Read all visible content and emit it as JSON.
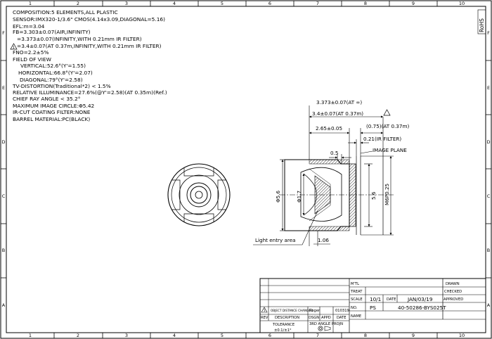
{
  "border": {
    "col_labels": [
      "1",
      "2",
      "3",
      "4",
      "5",
      "6",
      "7",
      "8",
      "9",
      "10"
    ],
    "row_labels": [
      "F",
      "E",
      "D",
      "C",
      "B",
      "A"
    ],
    "rohs": "RoHS"
  },
  "specs": [
    "COMPOSITION:5 ELEMENTS,ALL PLASTIC",
    "SENSOR:IMX320-1/3.6\" CMOS(4.14x3.09,DIAGONAL=5.16)",
    "EFL:m=3.04",
    "FB=3.303±0.07(AIR,INFINITY)",
    "=3.373±0.07(INFINITY,WITH 0.21mm IR FILTER)",
    "=3.4±0.07(AT 0.37m,INFINITY,WITH 0.21mm IR FILTER)",
    "FNO=2.2±5%",
    "FIELD OF VIEW",
    "VERTICAL:52.6°(Y'=1.55)",
    "HORIZONTAL:66.8°(Y'=2.07)",
    "DIAGONAL:79°(Y'=2.58)",
    "TV-DISTORTION(Traditional*2) < 1.5%",
    "RELATIVE ILLUMINANCE=27.6%(@Y'=2.58)(AT 0.35m)(Ref.)",
    "CHIEF RAY ANGLE < 35.2°",
    "MAXIMUM IMAGE CIRCLE:Φ5.42",
    "IR-CUT COATING FILTER:NONE",
    "BARREL MATERIAL:PC(BLACK)"
  ],
  "dims": {
    "fb_top": "3.373±0.07(AT ∞)",
    "fb_second": "3.4±0.07(AT 0.37m)",
    "len_265": "2.65±0.05",
    "at037": "(0.75)(AT 0.37m)",
    "ir": "0.21(IR FILTER)",
    "d05": "0.5",
    "image_plane": "IMAGE PLANE",
    "dia56": "Φ5.6",
    "dia17": "Φ1.7",
    "thread": "M6P0.25",
    "len56": "5.6",
    "light_entry": "Light entry area",
    "d106": "1.06"
  },
  "title_block": {
    "mtl": "M'TL",
    "treat": "TREAT",
    "scale": "SCALE",
    "scale_val": "10/1",
    "date": "DATE",
    "date_val": "JAN/03/19",
    "no": "NO.",
    "no_val": "PS",
    "part_no": "40-50286-BYS025T",
    "drawn": "DRAWN",
    "checked": "CHECKED",
    "approved": "APPROVED",
    "name": "NAME",
    "rev1": "1",
    "rev_obj": "OBJECT DISTANCE CHANGED",
    "rev_by": "Roger",
    "rev_date": "010319",
    "rev": "REV",
    "description": "DESCRIPTION",
    "dsgn": "DSGN",
    "appd": "APPD",
    "date_col": "DATE",
    "tolerance": "TOLERANCE",
    "tol_val": "±0.1/±1°",
    "angle": "3RD ANGLE PROJN"
  }
}
